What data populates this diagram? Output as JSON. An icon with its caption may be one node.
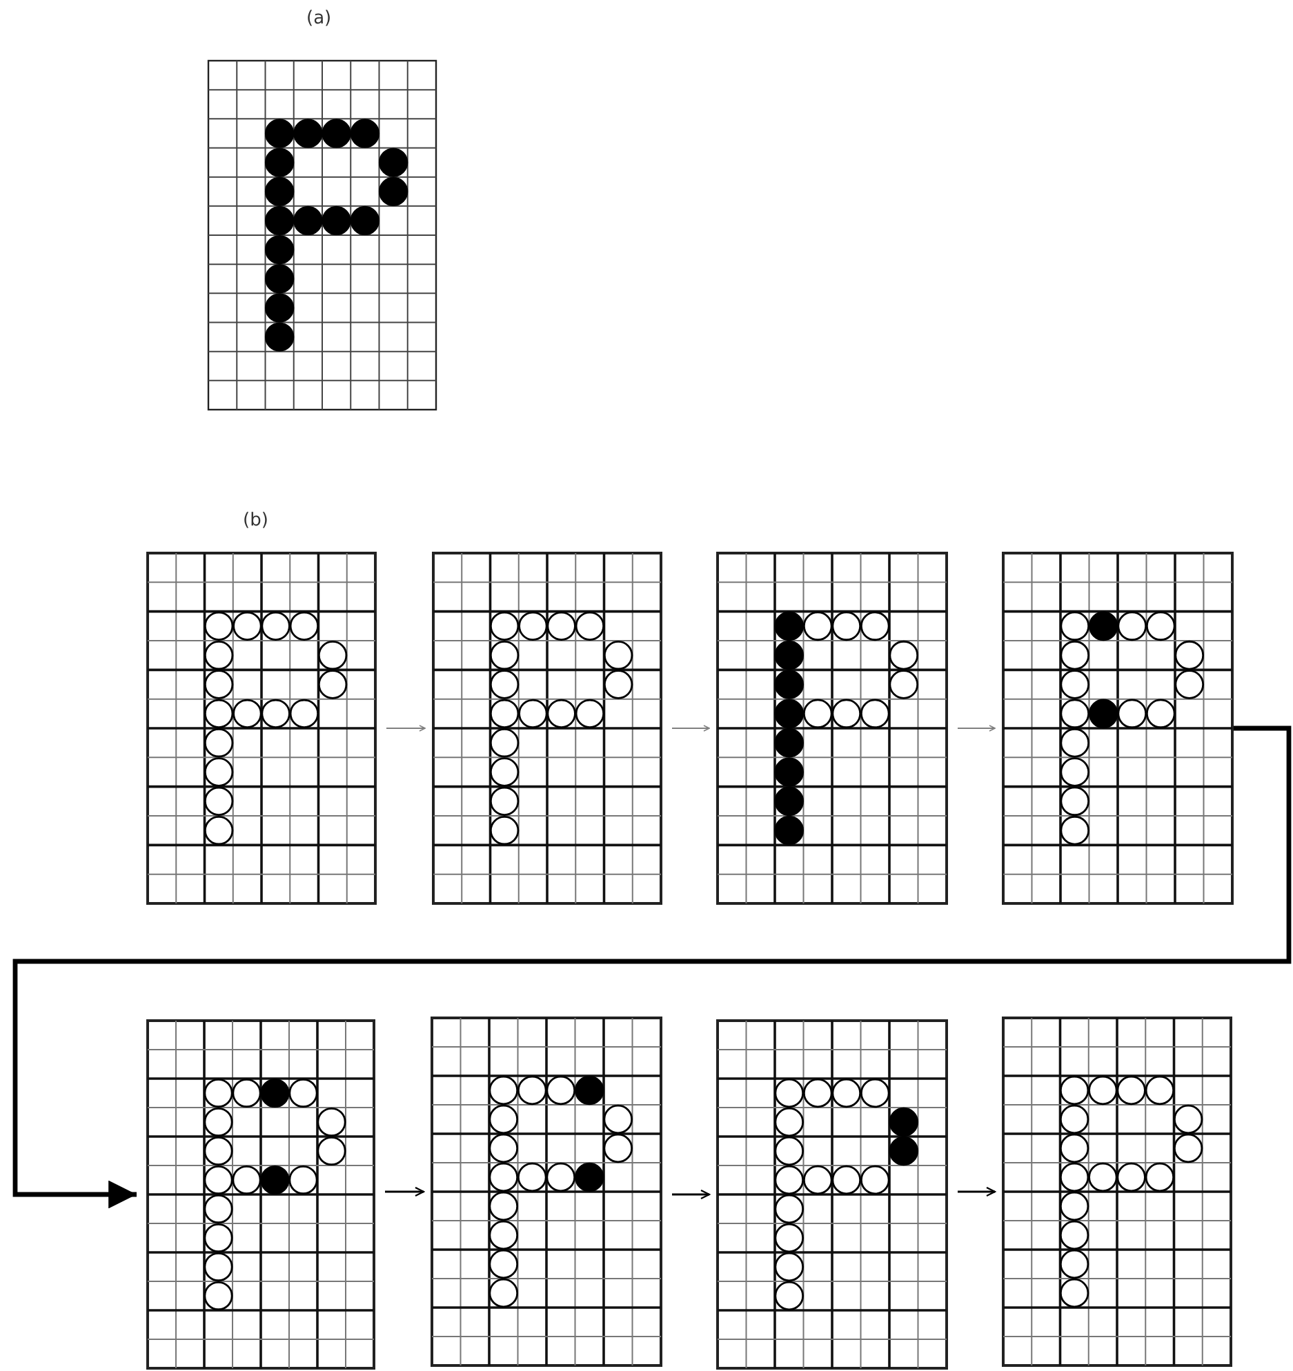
{
  "diagram": {
    "nodes": [
      {
        "text": [],
        "shape": "grid"
      },
      {
        "text": [],
        "shape": "grid"
      },
      {
        "text": [],
        "shape": "grid"
      },
      {
        "text": [],
        "shape": "grid"
      },
      {
        "text": [],
        "shape": "grid"
      },
      {
        "text": [],
        "shape": "grid"
      },
      {
        "text": [],
        "shape": "grid"
      },
      {
        "text": [],
        "shape": "grid"
      },
      {
        "text": [],
        "shape": "grid"
      }
    ],
    "edges": [
      {
        "from": 1,
        "to": 2,
        "arrow": "to",
        "color": "#808080"
      },
      {
        "from": 2,
        "to": 3,
        "arrow": "to",
        "color": "#808080"
      },
      {
        "from": 3,
        "to": 4,
        "arrow": "to",
        "color": "#808080"
      },
      {
        "from": 4,
        "to": 5,
        "arrow": "to",
        "style": "thick"
      },
      {
        "from": 5,
        "to": 6,
        "arrow": "to"
      },
      {
        "from": 6,
        "to": 7,
        "arrow": "to"
      },
      {
        "from": 7,
        "to": 8,
        "arrow": "to"
      }
    ],
    "labels": [
      "(a)",
      "(b)"
    ]
  }
}
